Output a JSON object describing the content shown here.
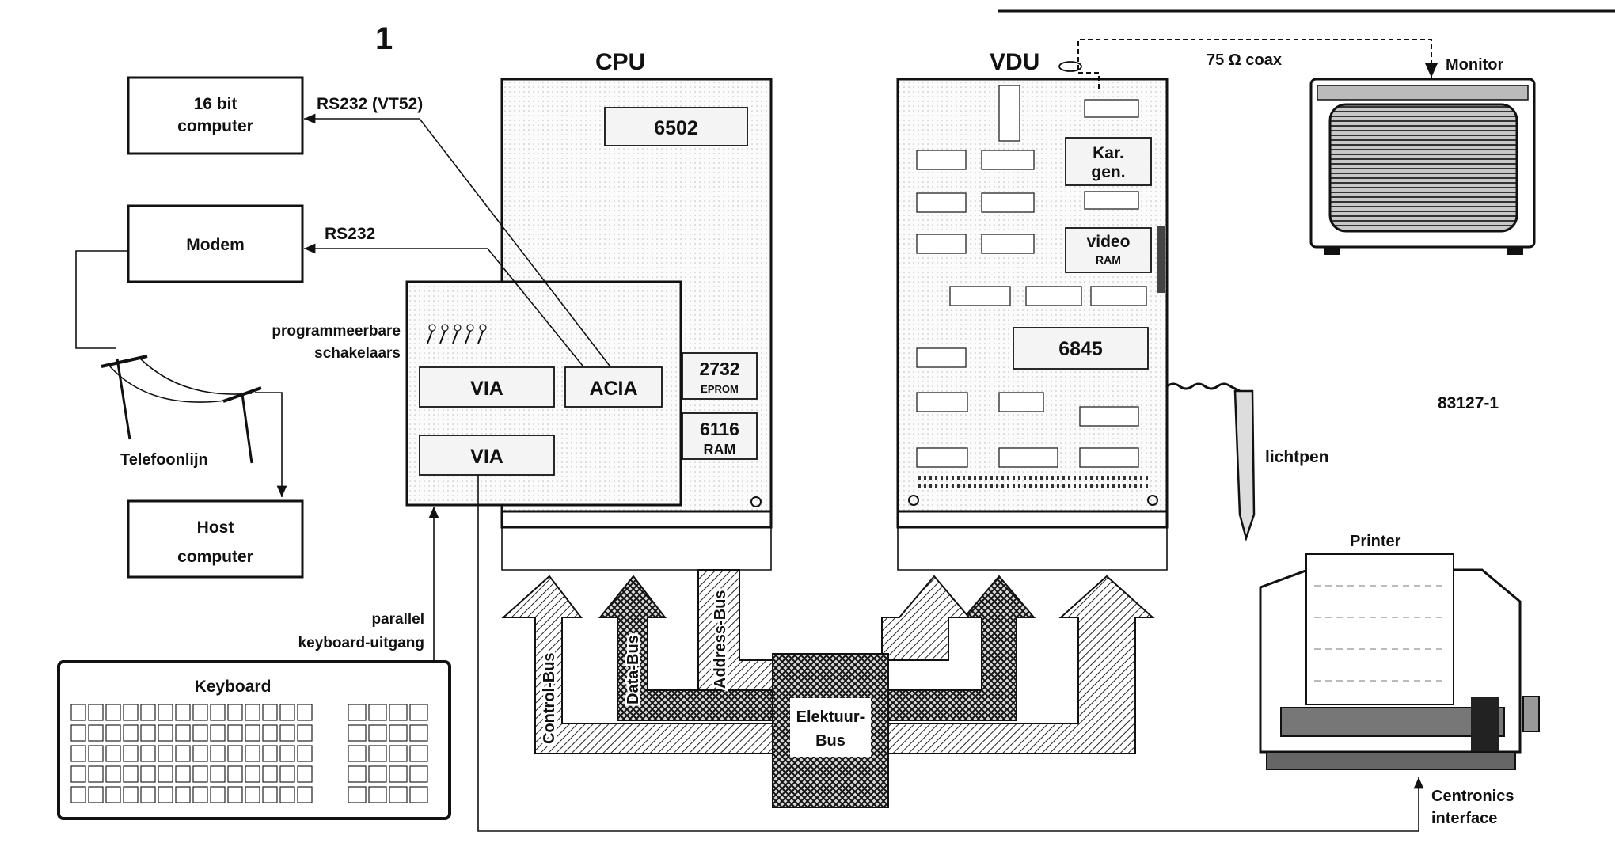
{
  "figure_number": "1",
  "figure_code": "83127-1",
  "left_devices": {
    "computer16": "16 bit\ncomputer",
    "modem": "Modem",
    "telefoonlijn": "Telefoonlijn",
    "host": "Host\ncomputer",
    "keyboard": "Keyboard",
    "keyboard_output": "parallel\nkeyboard-uitgang",
    "programmable_switches": "programmeerbare\nschakelaars"
  },
  "links": {
    "rs232_vt52": "RS232 (VT52)",
    "rs232": "RS232",
    "coax": "75 Ω coax",
    "centronics": "Centronics\ninterface"
  },
  "cpu": {
    "title": "CPU",
    "chip_6502": "6502",
    "chip_2732": "2732",
    "chip_2732_sub": "EPROM",
    "chip_6116": "6116",
    "chip_6116_sub": "RAM",
    "via1": "VIA",
    "acia": "ACIA",
    "via2": "VIA"
  },
  "vdu": {
    "title": "VDU",
    "chargen": "Kar.\ngen.",
    "video": "video",
    "video_sub": "RAM",
    "crtc": "6845",
    "lightpen": "lichtpen"
  },
  "peripherals": {
    "monitor": "Monitor",
    "printer": "Printer"
  },
  "buses": {
    "control": "Control-Bus",
    "data": "Data-Bus",
    "address": "Address-Bus",
    "elektuur": "Elektuur-\nBus"
  }
}
